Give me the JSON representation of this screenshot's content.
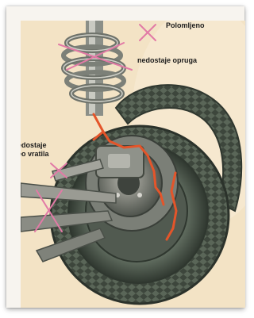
{
  "labels": {
    "broken": "Polomljeno",
    "missing_spring": "nedostaje opruga",
    "missing_axle_line1": "edostaje",
    "missing_axle_line2": "eo vratila"
  },
  "colors": {
    "background": "#f3e3c5",
    "tire": "#5f6b5e",
    "tire_dark": "#2f372f",
    "metal": "#8d9088",
    "cross_marks": "#e27aa6",
    "highlight_lines": "#e4552a",
    "frame": "#ffffff"
  }
}
